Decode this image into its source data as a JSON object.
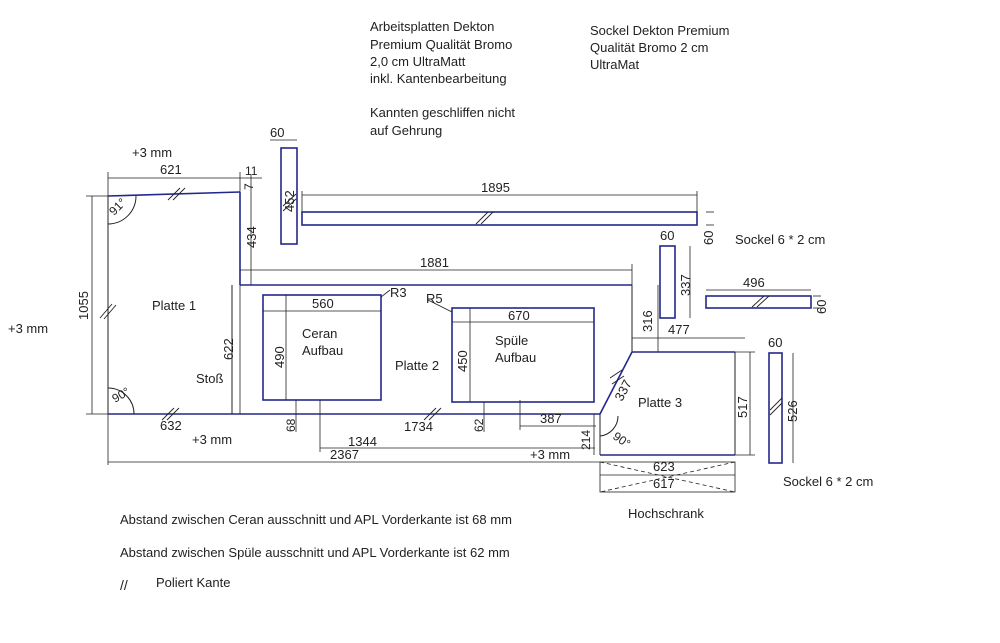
{
  "notes": {
    "worktop_lines": [
      "Arbeitsplatten Dekton",
      "Premium Qualität Bromo",
      "2,0 cm UltraMatt",
      "inkl. Kantenbearbeitung"
    ],
    "edges_lines": [
      "Kannten geschliffen nicht",
      "auf Gehrung"
    ],
    "plinth_lines": [
      "Sockel Dekton Premium",
      "Qualität Bromo 2 cm",
      "UltraMat"
    ],
    "sockel_label": "Sockel 6 * 2 cm",
    "ceran_distance": "Abstand zwischen Ceran ausschnitt und APL Vorderkante ist 68 mm",
    "spuele_distance": "Abstand zwischen Spüle ausschnitt und APL Vorderkante ist 62 mm",
    "legend_label": "Poliert Kante",
    "legend_symbol": "//"
  },
  "labels": {
    "platte1": "Platte 1",
    "platte2": "Platte 2",
    "platte3": "Platte 3",
    "stoss": "Stoß",
    "ceran": [
      "Ceran",
      "Aufbau"
    ],
    "spuele": [
      "Spüle",
      "Aufbau"
    ],
    "hochschrank": "Hochschrank"
  },
  "dimensions": {
    "plus3_top": "+3 mm",
    "plus3_left": "+3 mm",
    "plus3_bottom_left": "+3 mm",
    "plus3_bottom_right": "+3 mm",
    "d621": "621",
    "d11": "11",
    "d7": "7",
    "d91": "91°",
    "d1055": "1055",
    "d434": "434",
    "d632": "632",
    "d90_left": "90°",
    "d622": "622",
    "d1881": "1881",
    "d560": "560",
    "dR3": "R3",
    "dR5": "R5",
    "d670": "670",
    "d490": "490",
    "d450": "450",
    "d316": "316",
    "d477": "477",
    "d337": "337",
    "d517": "517",
    "d90_right": "90°",
    "d68": "68",
    "d1734": "1734",
    "d62": "62",
    "d387": "387",
    "d214": "214",
    "d1344": "1344",
    "d2367": "2367",
    "d623": "623",
    "d617": "617"
  },
  "plinths": [
    {
      "w": "60",
      "h": "452"
    },
    {
      "w": "1895",
      "h": "60"
    },
    {
      "w": "60",
      "h": "337"
    },
    {
      "w": "496",
      "h": "60"
    },
    {
      "w": "60",
      "h": "526"
    }
  ],
  "colors": {
    "outline": "#22288a",
    "line": "#222222"
  }
}
